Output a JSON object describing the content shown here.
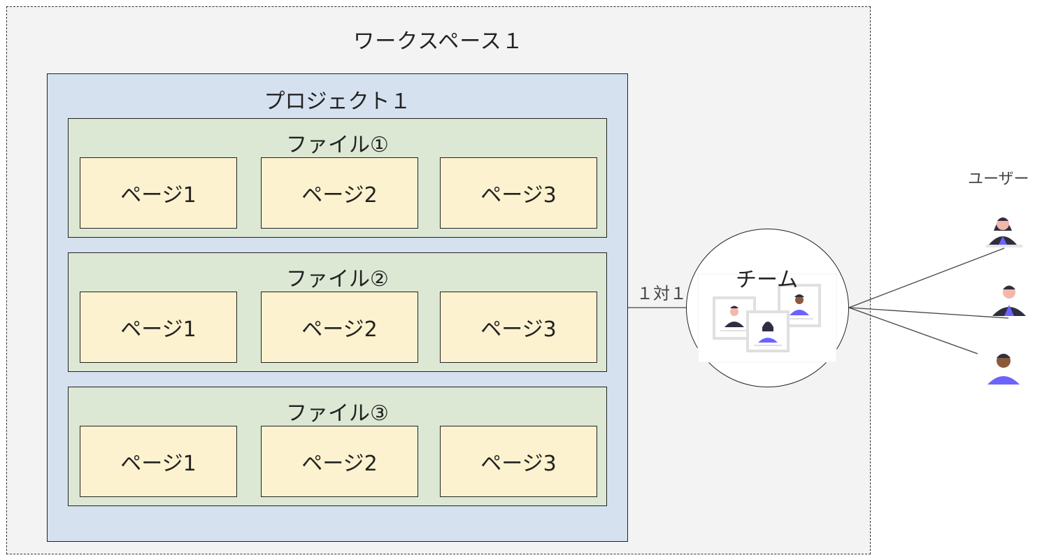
{
  "workspace": {
    "title": "ワークスペース１"
  },
  "project": {
    "title": "プロジェクト１",
    "files": [
      {
        "title": "ファイル①",
        "pages": [
          "ページ1",
          "ページ2",
          "ページ3"
        ]
      },
      {
        "title": "ファイル②",
        "pages": [
          "ページ1",
          "ページ2",
          "ページ3"
        ]
      },
      {
        "title": "ファイル③",
        "pages": [
          "ページ1",
          "ページ2",
          "ページ3"
        ]
      }
    ]
  },
  "relation": {
    "label": "１対１"
  },
  "team": {
    "title": "チーム",
    "icon": "team-illustration-icon"
  },
  "users": {
    "label": "ユーザー",
    "items": [
      {
        "icon": "woman-user-icon"
      },
      {
        "icon": "man-user-icon"
      },
      {
        "icon": "man-user-icon"
      }
    ]
  },
  "colors": {
    "workspace_bg": "#f3f3f3",
    "project_bg": "#d5e1ef",
    "file_bg": "#dce8d4",
    "page_bg": "#fdf2cf",
    "accent": "#6c63ff"
  }
}
